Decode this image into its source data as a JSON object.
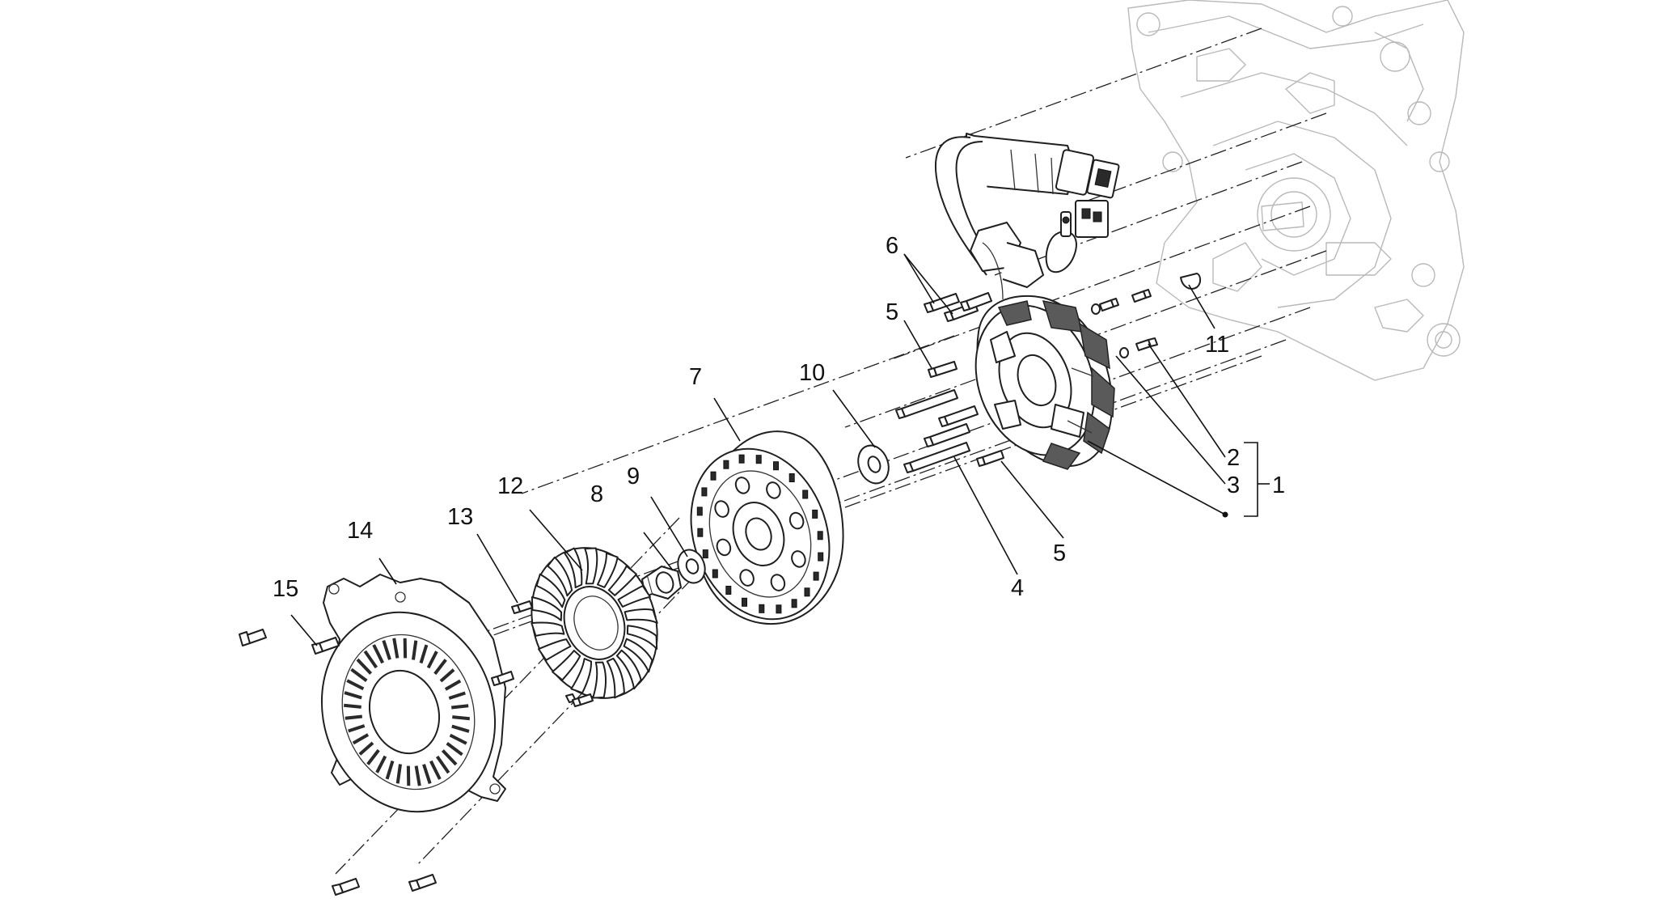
{
  "diagram": {
    "type": "exploded-parts-view",
    "callouts": [
      {
        "id": "c1",
        "label": "1"
      },
      {
        "id": "c2",
        "label": "2"
      },
      {
        "id": "c3",
        "label": "3"
      },
      {
        "id": "c4",
        "label": "4"
      },
      {
        "id": "c5a",
        "label": "5"
      },
      {
        "id": "c5b",
        "label": "5"
      },
      {
        "id": "c6",
        "label": "6"
      },
      {
        "id": "c7",
        "label": "7"
      },
      {
        "id": "c8",
        "label": "8"
      },
      {
        "id": "c9",
        "label": "9"
      },
      {
        "id": "c10",
        "label": "10"
      },
      {
        "id": "c11",
        "label": "11"
      },
      {
        "id": "c12",
        "label": "12"
      },
      {
        "id": "c13",
        "label": "13"
      },
      {
        "id": "c14",
        "label": "14"
      },
      {
        "id": "c15",
        "label": "15"
      }
    ],
    "colors": {
      "ink": "#1f1f1f",
      "ghost": "#b9b9b9",
      "coil": "#5a5a5a",
      "background": "#ffffff"
    }
  }
}
